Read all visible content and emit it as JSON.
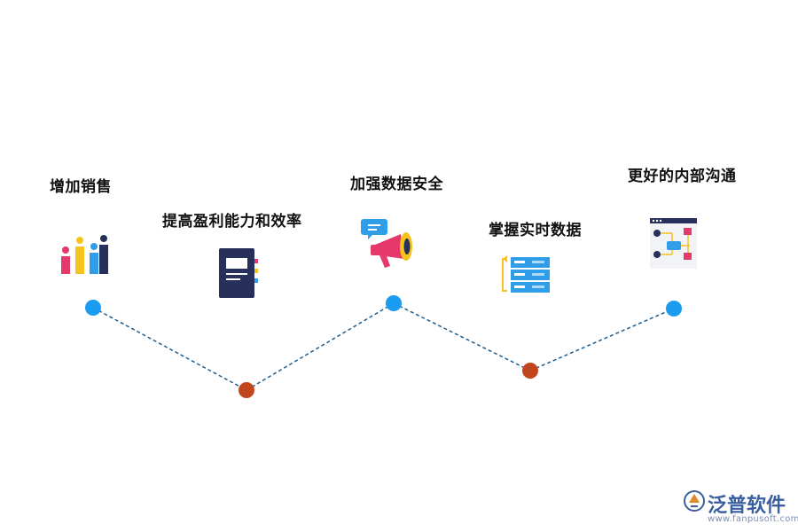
{
  "milestones": [
    {
      "label": "增加销售",
      "icon": "bar-chart-icon",
      "dot_color": "#1a9cf0"
    },
    {
      "label": "提高盈利能力和效率",
      "icon": "notebook-icon",
      "dot_color": "#c2461d"
    },
    {
      "label": "加强数据安全",
      "icon": "megaphone-icon",
      "dot_color": "#1a9cf0"
    },
    {
      "label": "掌握实时数据",
      "icon": "server-icon",
      "dot_color": "#c2461d"
    },
    {
      "label": "更好的内部沟通",
      "icon": "flowchart-icon",
      "dot_color": "#1a9cf0"
    }
  ],
  "line_color": "#1d5d8f",
  "brand": {
    "name": "泛普软件",
    "url": "www.fanpusoft.com",
    "color": "#3a5f9e"
  }
}
